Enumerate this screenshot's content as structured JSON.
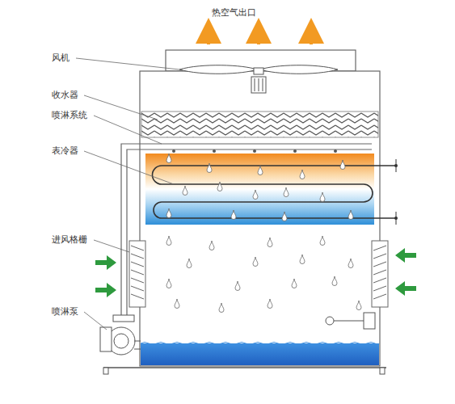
{
  "diagram": {
    "labels": [
      "热空气出口",
      "风机",
      "收水器",
      "喷淋系统",
      "表冷器",
      "进风格栅",
      "喷淋泵"
    ]
  }
}
